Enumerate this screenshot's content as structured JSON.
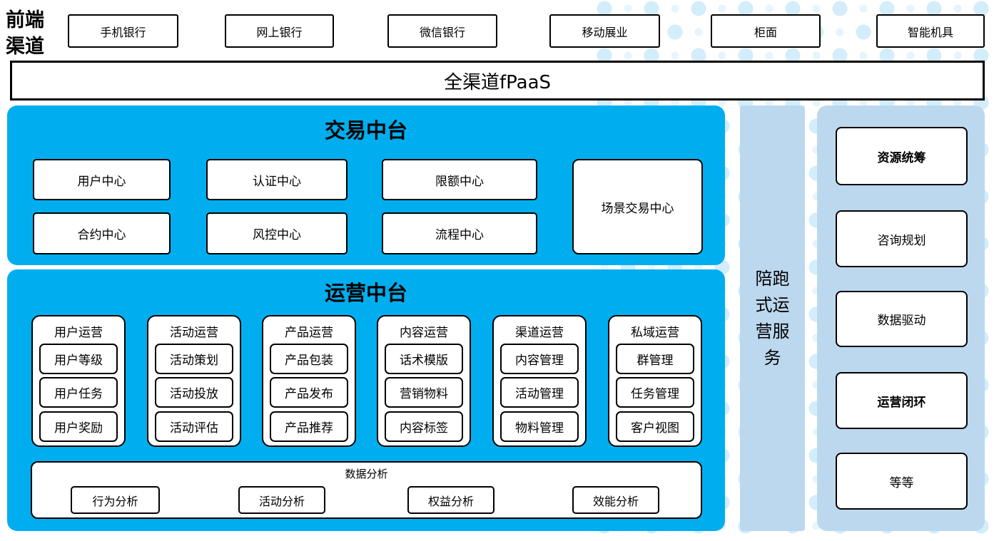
{
  "front_channel": {
    "label": "前端渠道",
    "line1": "前端",
    "line2": "渠道"
  },
  "channels": [
    "手机银行",
    "网上银行",
    "微信银行",
    "移动展业",
    "柜面",
    "智能机具"
  ],
  "fpaas": {
    "label": "全渠道fPaaS"
  },
  "transaction_platform": {
    "title": "交易中台",
    "centers_row1": [
      "用户中心",
      "认证中心",
      "限额中心"
    ],
    "centers_row2": [
      "合约中心",
      "风控中心",
      "流程中心"
    ],
    "scene_center": "场景交易中心"
  },
  "operation_platform": {
    "title": "运营中台",
    "groups": [
      {
        "title": "用户运营",
        "items": [
          "用户等级",
          "用户任务",
          "用户奖励"
        ]
      },
      {
        "title": "活动运营",
        "items": [
          "活动策划",
          "活动投放",
          "活动评估"
        ]
      },
      {
        "title": "产品运营",
        "items": [
          "产品包装",
          "产品发布",
          "产品推荐"
        ]
      },
      {
        "title": "内容运营",
        "items": [
          "话术模版",
          "营销物料",
          "内容标签"
        ]
      },
      {
        "title": "渠道运营",
        "items": [
          "内容管理",
          "活动管理",
          "物料管理"
        ]
      },
      {
        "title": "私域运营",
        "items": [
          "群管理",
          "任务管理",
          "客户视图"
        ]
      }
    ],
    "analysis": {
      "title": "数据分析",
      "items": [
        "行为分析",
        "活动分析",
        "权益分析",
        "效能分析"
      ]
    }
  },
  "companion_bar": {
    "label": "陪跑式运营服务"
  },
  "service_panel": {
    "items": [
      {
        "label": "资源统筹",
        "bold": true
      },
      {
        "label": "咨询规划",
        "bold": false
      },
      {
        "label": "数据驱动",
        "bold": false
      },
      {
        "label": "运营闭环",
        "bold": true
      },
      {
        "label": "等等",
        "bold": false
      }
    ]
  },
  "colors": {
    "platform_blue": "#00AEEF",
    "panel_light_blue": "#BCD8EE",
    "dot_blue": "#D3EDFA",
    "box_border": "#000000",
    "box_fill": "#FFFFFF"
  }
}
